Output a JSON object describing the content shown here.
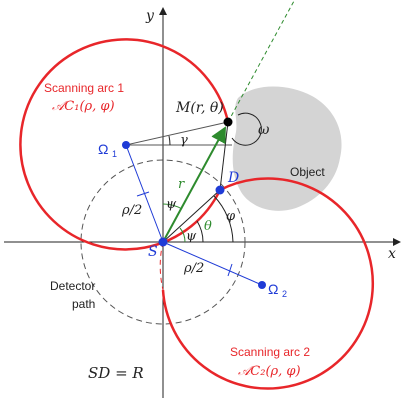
{
  "axes": {
    "x": "x",
    "y": "y"
  },
  "labels": {
    "scan_arc_1_title": "Scanning arc 1",
    "scan_arc_1_formula": "𝒜C₁(ρ, φ)",
    "scan_arc_2_title": "Scanning arc 2",
    "scan_arc_2_formula": "𝒜C₂(ρ, φ)",
    "point_M": "M(r, θ)",
    "omega1": "Ω",
    "omega1_sub": "1",
    "omega2": "Ω",
    "omega2_sub": "2",
    "S": "S",
    "D": "D",
    "object": "Object",
    "detector_path_1": "Detector",
    "detector_path_2": "path",
    "rho_half_1": "ρ/2",
    "rho_half_2": "ρ/2",
    "gamma": "γ",
    "psi_1": "ψ",
    "psi_2": "ψ",
    "theta": "θ",
    "phi": "φ",
    "r": "r",
    "omega_angle": "ω",
    "equation": "SD = R"
  },
  "colors": {
    "arc": "#e8262a",
    "blue": "#1f3bd6",
    "green": "#2e8b2e",
    "object_fill": "#d4d4d4",
    "axis": "#222222"
  }
}
